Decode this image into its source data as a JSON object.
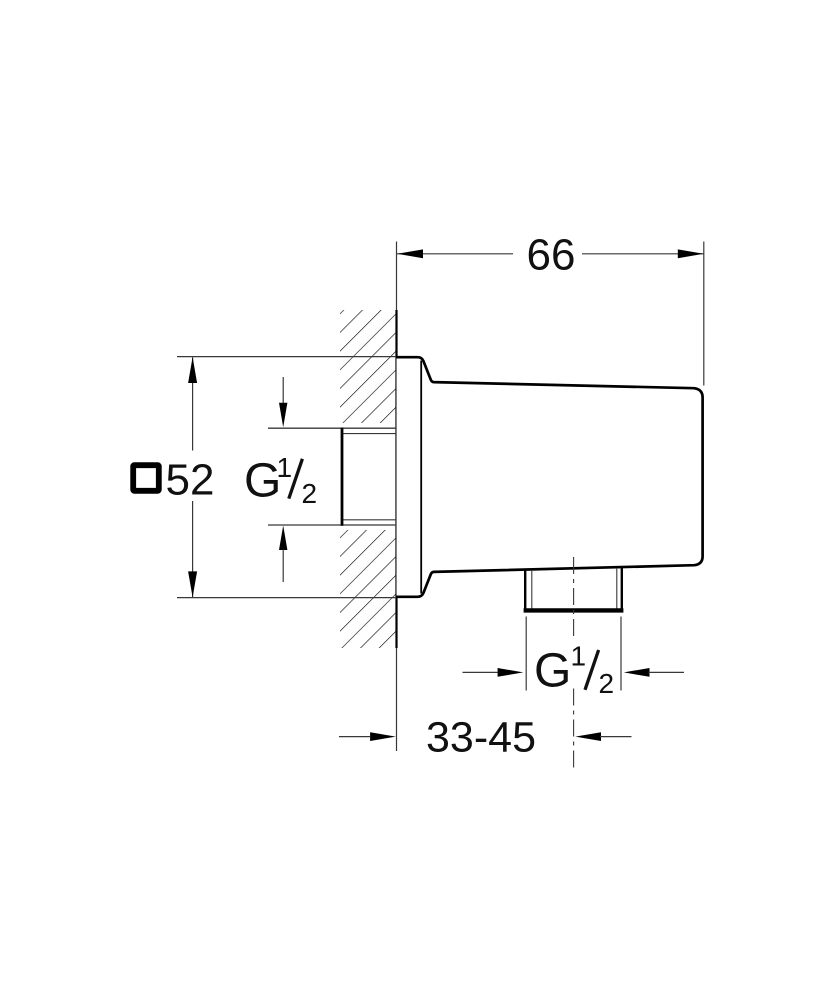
{
  "colors": {
    "background": "#ffffff",
    "object_line": "#000000",
    "dim_line": "#383838",
    "text_color": "#111111"
  },
  "labels": {
    "top_width": "66",
    "plate_size": "52",
    "depth_range": "33-45",
    "inlet_thread": {
      "letter": "G",
      "numerator": "1",
      "denominator": "2"
    },
    "outlet_thread": {
      "letter": "G",
      "numerator": "1",
      "denominator": "2"
    }
  }
}
